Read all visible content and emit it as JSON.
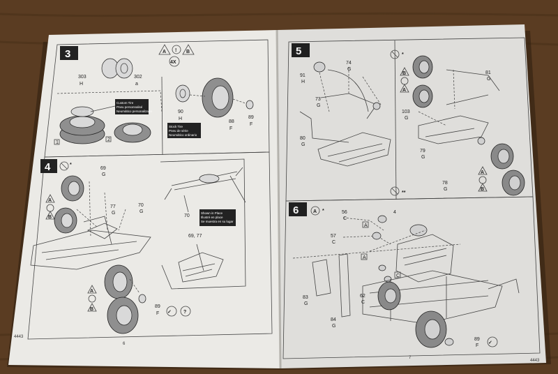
{
  "colors": {
    "table": "#5a3c22",
    "paper": "#ebeae6",
    "ink": "#222222",
    "panel_label_bg": "#222222"
  },
  "booklet": {
    "left_page": {
      "page_number": "6",
      "code": "4443",
      "step3": {
        "number": "3",
        "symbols": [
          "A",
          "B",
          "4X"
        ],
        "parts": [
          "303",
          "H",
          "302",
          "90",
          "H",
          "88",
          "F",
          "89",
          "F"
        ],
        "callouts": [
          {
            "lines": [
              "Custom Tire",
              "Pneu personnalisé",
              "Neumático personalizado"
            ]
          },
          {
            "lines": [
              "Stock Tire",
              "Pneu de série",
              "Neumático ordinario"
            ]
          }
        ],
        "sub_steps": [
          "1",
          "2"
        ]
      },
      "step4": {
        "number": "4",
        "symbols": [
          "A",
          "B",
          "A",
          "B"
        ],
        "parts": [
          "69",
          "G",
          "77",
          "G",
          "70",
          "G",
          "70",
          "69, 77",
          "89",
          "F"
        ],
        "callouts": [
          {
            "lines": [
              "Shown in Place",
              "Illustré en place",
              "Se muestra en su lugar"
            ]
          }
        ]
      }
    },
    "right_page": {
      "page_number": "7",
      "code": "4443",
      "step5": {
        "number": "5",
        "symbols": [
          "B",
          "A",
          "A",
          "B"
        ],
        "parts": [
          "74",
          "G",
          "91",
          "H",
          "73",
          "G",
          "80",
          "G",
          "81",
          "G",
          "103",
          "G",
          "79",
          "G",
          "78",
          "G"
        ]
      },
      "step6": {
        "number": "6",
        "symbols": [
          "A"
        ],
        "parts": [
          "56",
          "C",
          "4",
          "57",
          "C",
          "A",
          "C",
          "62",
          "C",
          "83",
          "G",
          "84",
          "G",
          "89",
          "F"
        ]
      }
    }
  }
}
